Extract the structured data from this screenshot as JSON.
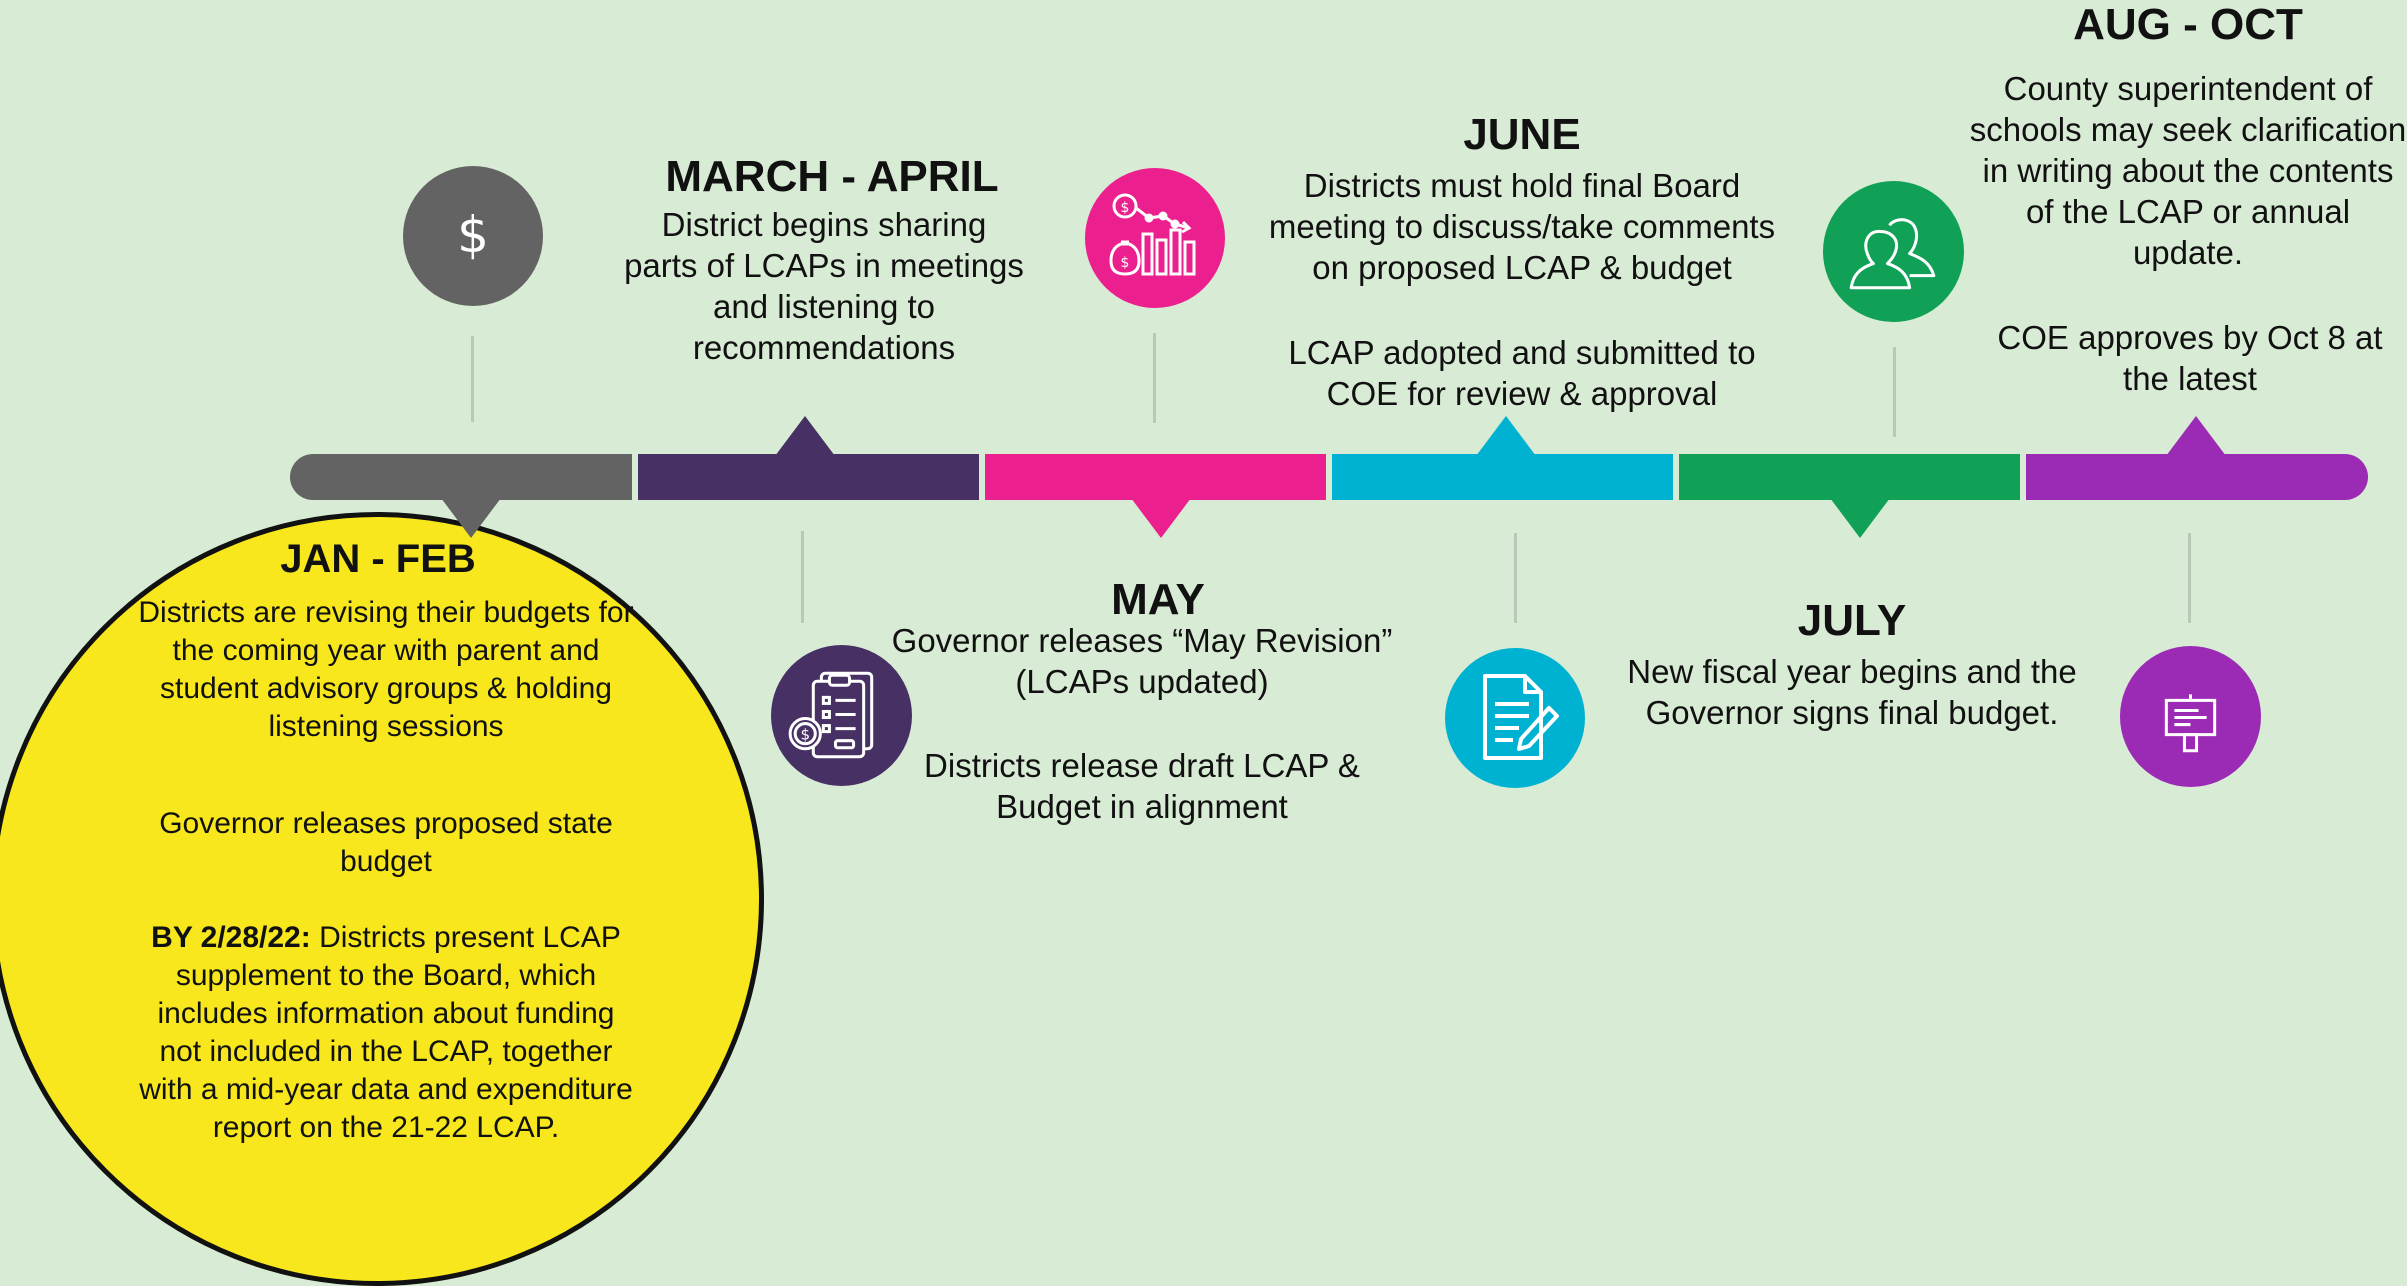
{
  "colors": {
    "background": "#d8ebd4",
    "jan_feb": "#636363",
    "march_april": "#473063",
    "may": "#ec1f8e",
    "june": "#00b2d2",
    "july": "#10a157",
    "aug_oct": "#9b2ab4",
    "highlight_circle": "#f7e71c"
  },
  "periods": {
    "jan_feb": {
      "title": "JAN - FEB",
      "icon": "dollar-icon",
      "text1": "Districts are revising their budgets for the coming year with parent and student advisory groups & holding listening sessions",
      "text2": "Governor releases proposed state budget",
      "text3_bold": "BY 2/28/22:",
      "text3": " Districts present LCAP supplement to the Board, which includes information about funding not included in the LCAP, together with  a  mid-year data and expenditure report on the 21-22 LCAP."
    },
    "march_april": {
      "title": "MARCH - APRIL",
      "icon": "budget-document-icon",
      "text1": "District begins sharing parts of LCAPs in meetings and listening to recommendations"
    },
    "may": {
      "title": "MAY",
      "icon": "money-chart-icon",
      "text1": "Governor releases “May Revision” (LCAPs updated)",
      "text2": "Districts release draft LCAP & Budget in alignment"
    },
    "june": {
      "title": "JUNE",
      "icon": "document-pen-icon",
      "text1": "Districts must hold final Board meeting to discuss/take comments on proposed LCAP & budget",
      "text2": "LCAP adopted and submitted to COE for review & approval"
    },
    "july": {
      "title": "JULY",
      "icon": "people-icon",
      "text1": "New fiscal year begins and the Governor signs final budget."
    },
    "aug_oct": {
      "title": "AUG - OCT",
      "icon": "signboard-icon",
      "text1": "County superintendent of schools may seek clarification in writing about the contents of the LCAP or annual update.",
      "text2": "COE approves by Oct 8 at the latest"
    }
  }
}
